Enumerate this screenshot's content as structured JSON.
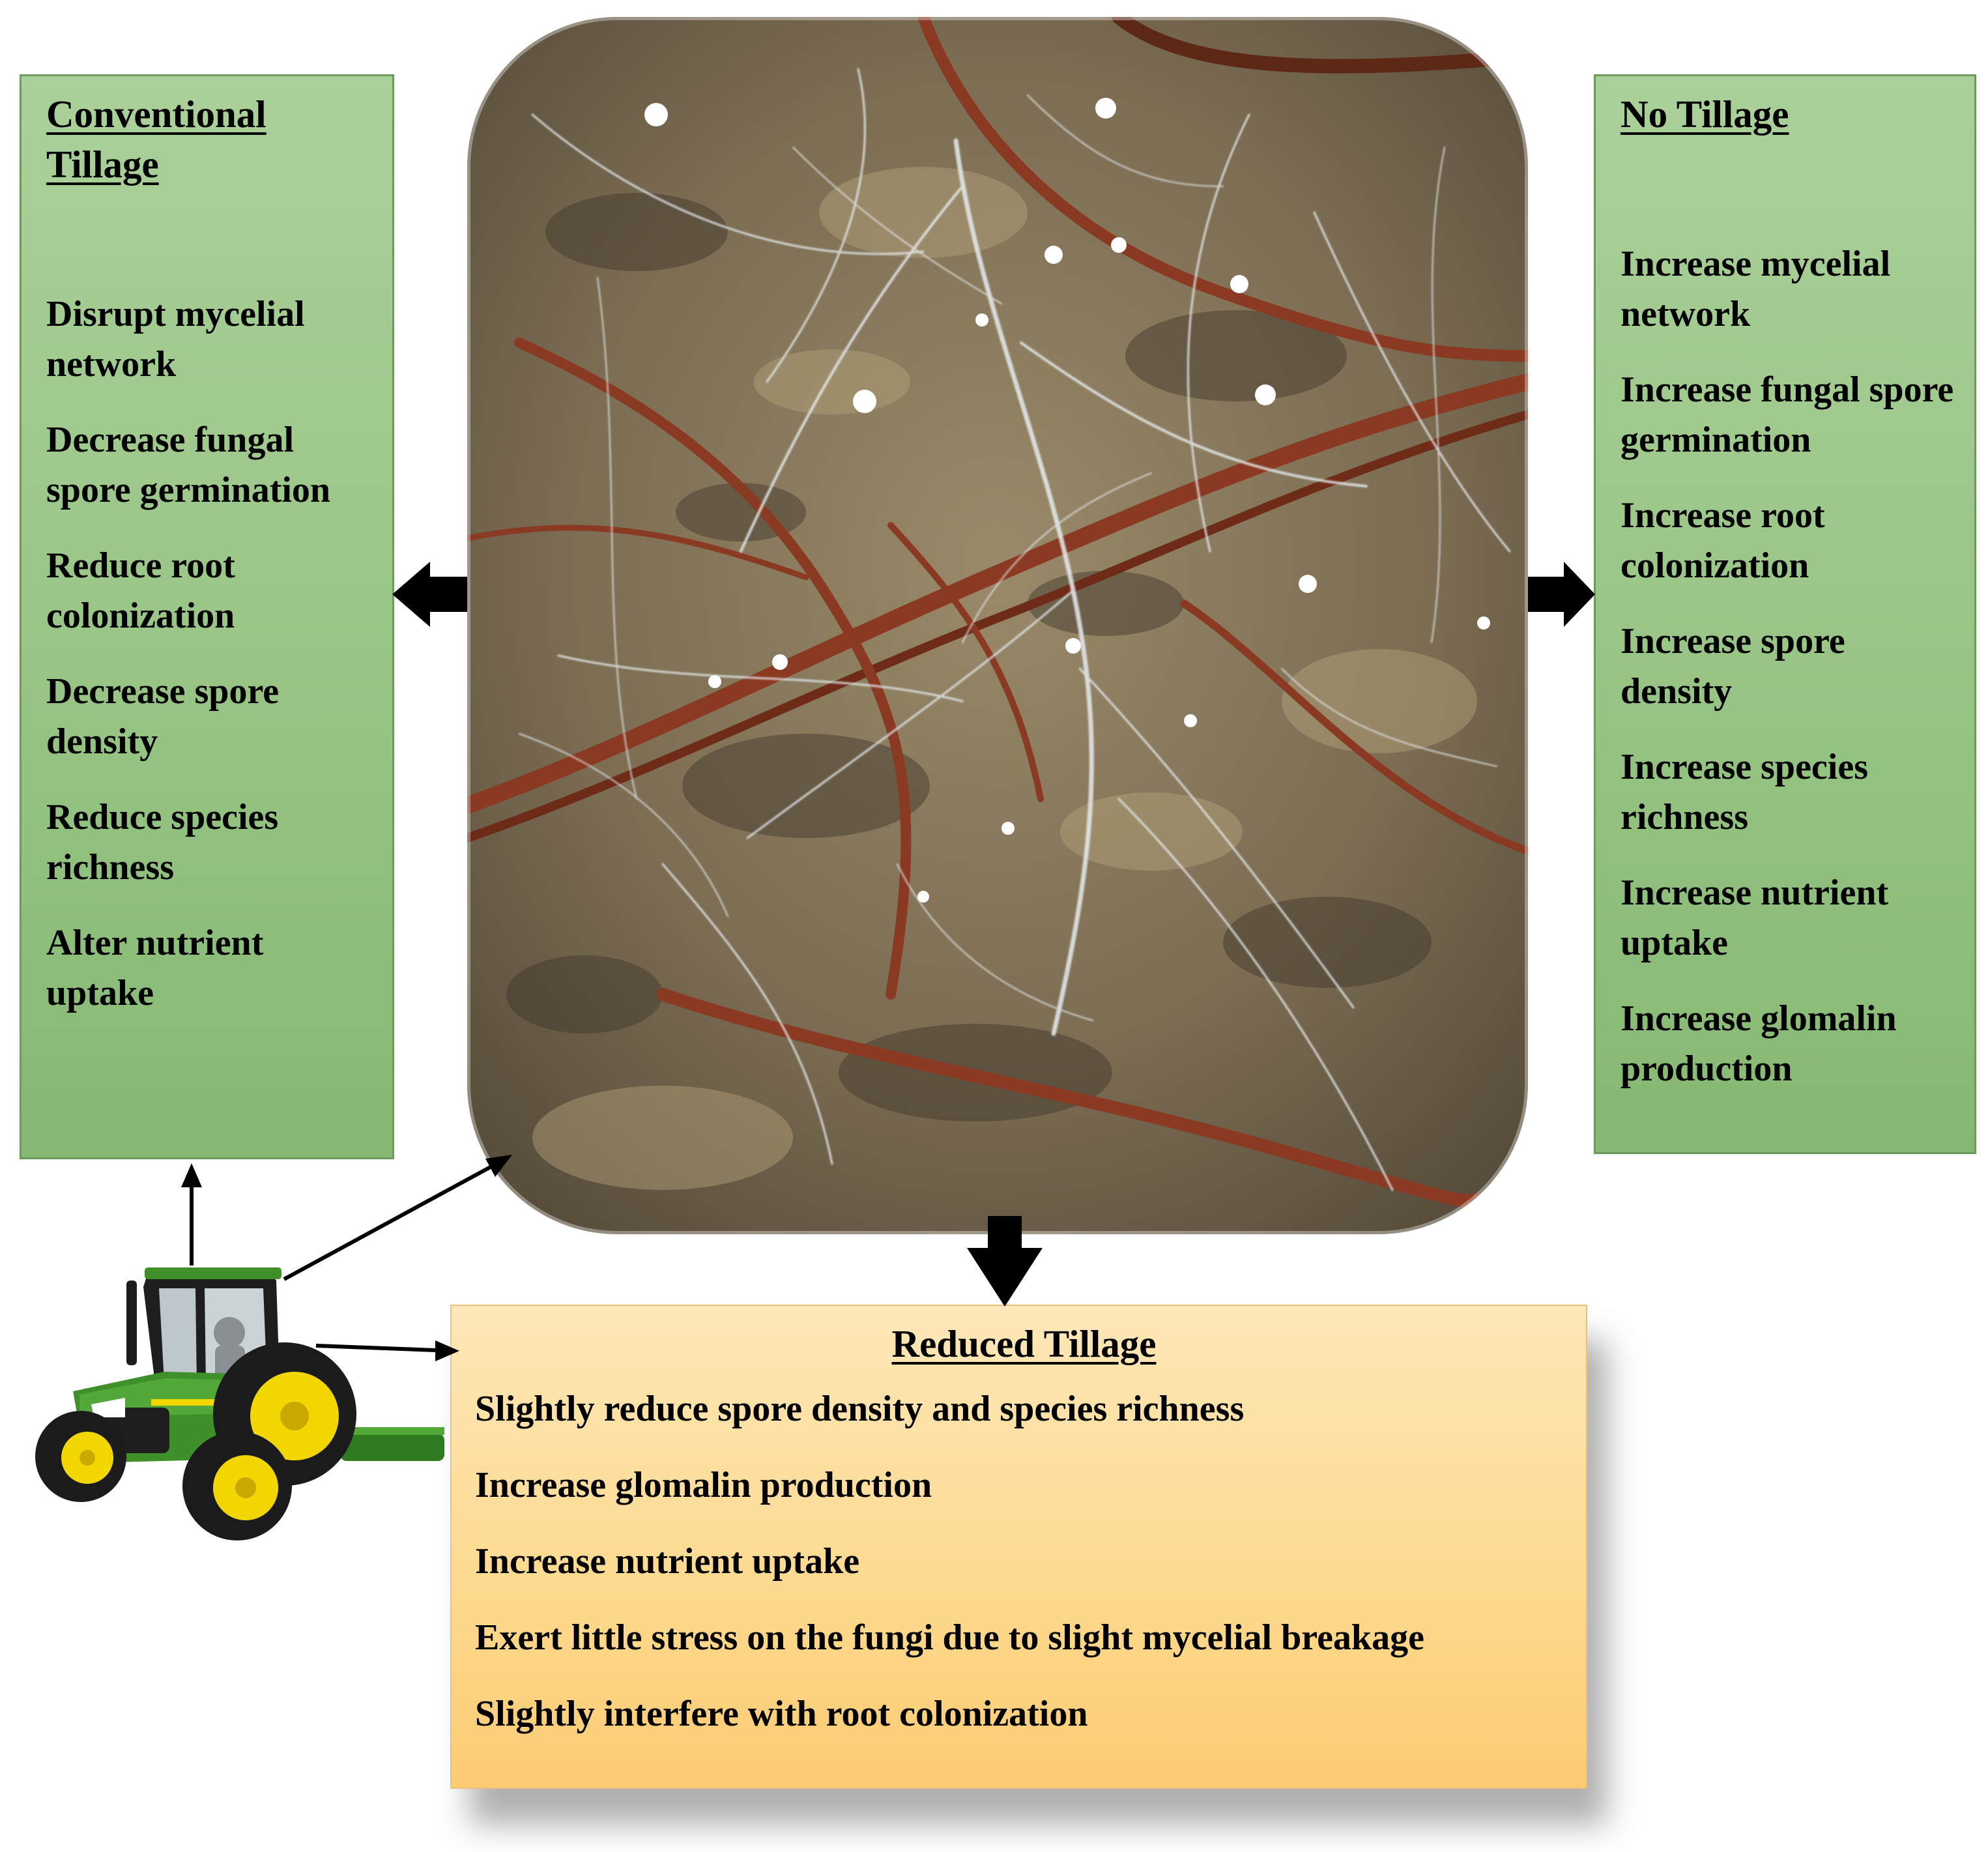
{
  "left_panel": {
    "title": "Conventional Tillage",
    "items": [
      "Disrupt mycelial network",
      "Decrease fungal spore germination",
      "Reduce root colonization",
      "Decrease spore density",
      "Reduce species richness",
      "Alter nutrient uptake"
    ]
  },
  "right_panel": {
    "title": "No Tillage",
    "items": [
      "Increase mycelial network",
      "Increase fungal spore germination",
      "Increase root colonization",
      "Increase spore density",
      "Increase species richness",
      "Increase nutrient uptake",
      "Increase glomalin production"
    ]
  },
  "bottom_panel": {
    "title": "Reduced Tillage",
    "items": [
      "Slightly reduce spore density and species richness",
      "Increase glomalin production",
      "Increase nutrient uptake",
      "Exert little stress on the fungi due to slight mycelial breakage",
      "Slightly interfere with root colonization"
    ]
  },
  "colors": {
    "green_panel": "#9cc78a",
    "orange_panel": "#fdd98e",
    "tractor_green": "#3f8f2a",
    "tractor_yellow": "#f2d600",
    "arrow": "#000000",
    "root": "#8a3a22",
    "hyphae": "#e6ecf0",
    "soil": "#7f7258"
  }
}
